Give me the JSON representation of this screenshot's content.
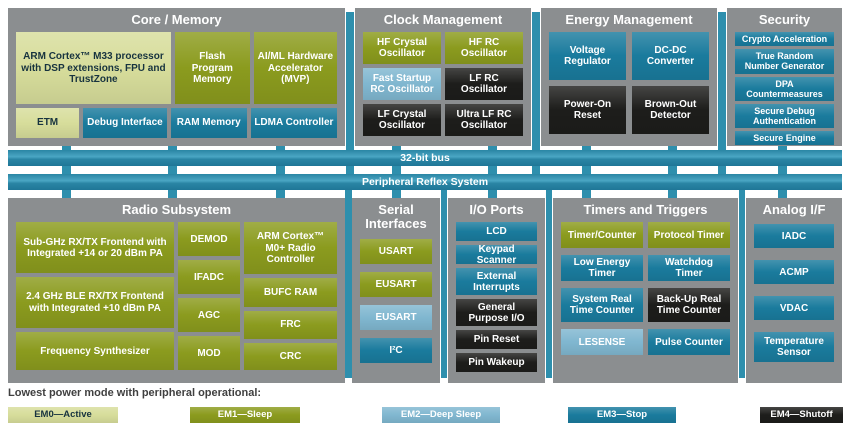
{
  "diagram": {
    "buses": {
      "bus32": "32-bit bus",
      "prs": "Peripheral Reflex System"
    },
    "blocks": {
      "core_memory": {
        "title": "Core / Memory",
        "items": {
          "m33": "ARM Cortex™ M33 processor with DSP extensions, FPU and TrustZone",
          "flash": "Flash Program Memory",
          "aiml": "AI/ML Hardware Accelerator (MVP)",
          "etm": "ETM",
          "debug": "Debug Interface",
          "ram": "RAM Memory",
          "ldma": "LDMA Controller"
        }
      },
      "clock_management": {
        "title": "Clock Management",
        "items": {
          "hf_xtal": "HF Crystal Oscillator",
          "hf_rc": "HF RC Oscillator",
          "fast_rc": "Fast Startup RC Oscillator",
          "lf_rc": "LF RC Oscillator",
          "lf_xtal": "LF Crystal Oscillator",
          "ulf_rc": "Ultra LF RC Oscillator"
        }
      },
      "energy_management": {
        "title": "Energy Management",
        "items": {
          "vreg": "Voltage Regulator",
          "dcdc": "DC-DC Converter",
          "por": "Power-On Reset",
          "bod": "Brown-Out Detector"
        }
      },
      "security": {
        "title": "Security",
        "items": {
          "crypto": "Crypto Acceleration",
          "trng": "True Random Number Generator",
          "dpa": "DPA Countermeasures",
          "sda": "Secure Debug Authentication",
          "se": "Secure Engine"
        }
      },
      "radio": {
        "title": "Radio Subsystem",
        "items": {
          "subghz": "Sub-GHz RX/TX Frontend with Integrated +14 or 20 dBm PA",
          "ble": "2.4 GHz BLE RX/TX Frontend with Integrated +10 dBm PA",
          "synth": "Frequency Synthesizer",
          "demod": "DEMOD",
          "ifadc": "IFADC",
          "agc": "AGC",
          "mod": "MOD",
          "m0": "ARM Cortex™ M0+ Radio Controller",
          "bufc": "BUFC RAM",
          "frc": "FRC",
          "crc": "CRC"
        }
      },
      "serial": {
        "title": "Serial Interfaces",
        "items": {
          "usart": "USART",
          "eusart1": "EUSART",
          "eusart2": "EUSART",
          "i2c": "I²C"
        }
      },
      "io_ports": {
        "title": "I/O Ports",
        "items": {
          "lcd": "LCD",
          "keypad": "Keypad Scanner",
          "extint": "External Interrupts",
          "gpio": "General Purpose I/O",
          "pinreset": "Pin Reset",
          "pinwake": "Pin Wakeup"
        }
      },
      "timers": {
        "title": "Timers and Triggers",
        "items": {
          "timer": "Timer/Counter",
          "prot": "Protocol Timer",
          "letimer": "Low Energy Timer",
          "wdog": "Watchdog Timer",
          "srtc": "System Real Time Counter",
          "burtc": "Back-Up Real Time Counter",
          "lesense": "LESENSE",
          "pcnt": "Pulse Counter"
        }
      },
      "analog": {
        "title": "Analog I/F",
        "items": {
          "iadc": "IADC",
          "acmp": "ACMP",
          "vdac": "VDAC",
          "temp": "Temperature Sensor"
        }
      }
    },
    "legend": {
      "caption": "Lowest power mode with peripheral operational:",
      "items": [
        {
          "label": "EM0—Active",
          "mode": "em0",
          "color": "#d7dd9b"
        },
        {
          "label": "EM1—Sleep",
          "mode": "em1",
          "color": "#8b9b1e"
        },
        {
          "label": "EM2—Deep Sleep",
          "mode": "em2",
          "color": "#80b7d0"
        },
        {
          "label": "EM3—Stop",
          "mode": "em3",
          "color": "#1a7b9d"
        },
        {
          "label": "EM4—Shutoff",
          "mode": "em4",
          "color": "#1d1d1b"
        }
      ]
    },
    "colors": {
      "block_gray": "#8b8e90",
      "bus_teal": "#2e8fad"
    }
  }
}
